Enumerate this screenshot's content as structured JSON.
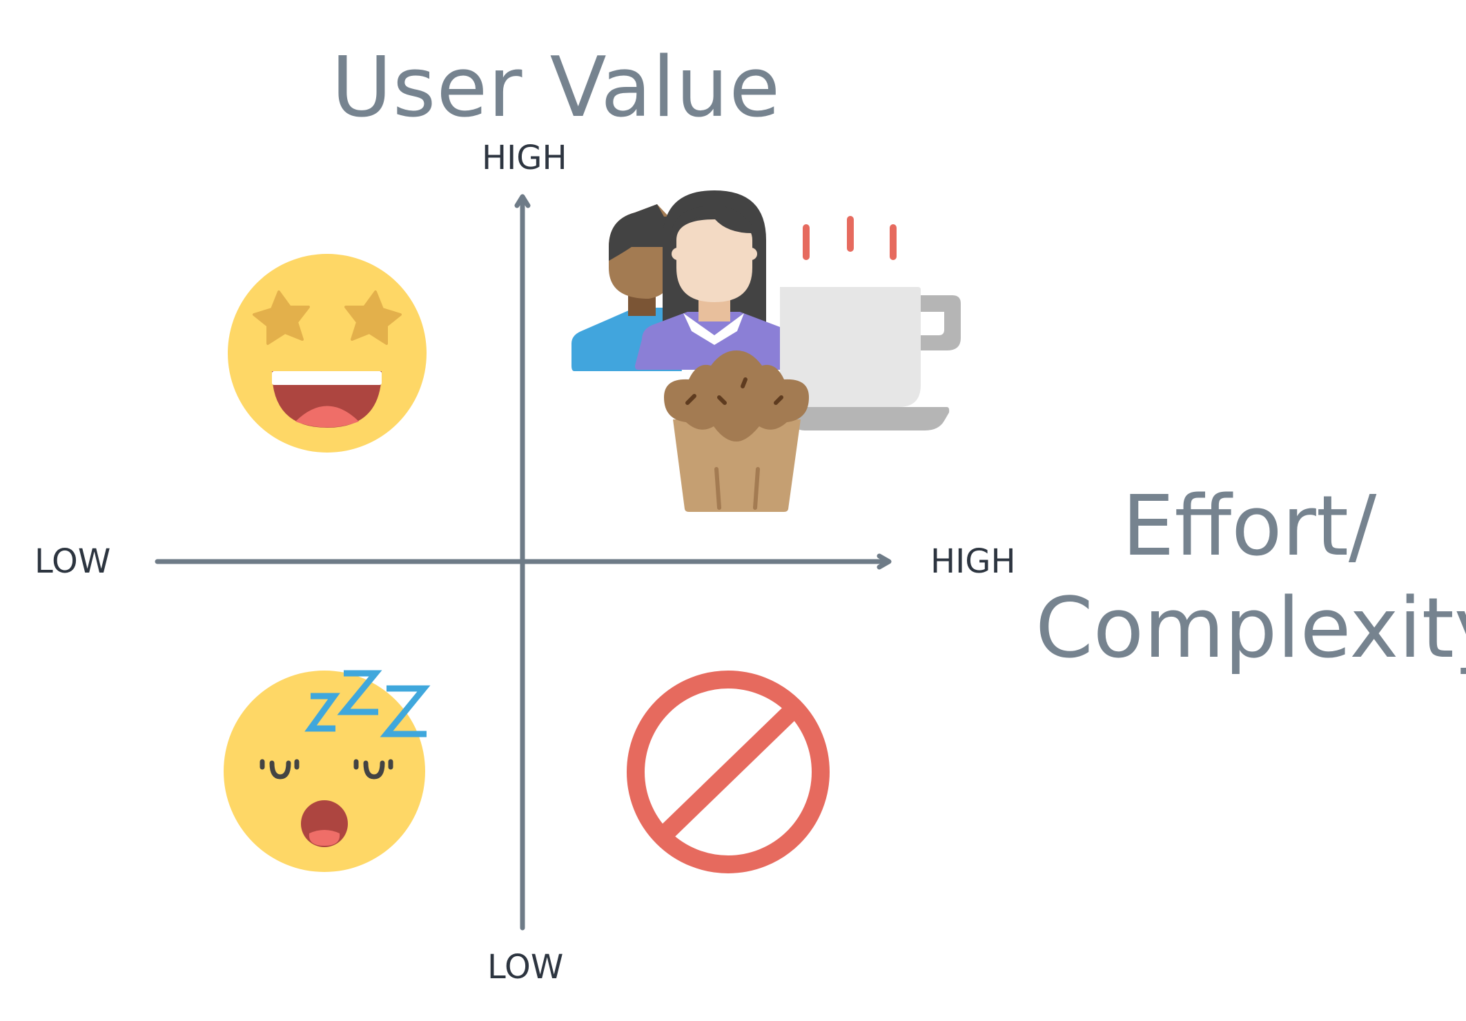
{
  "diagram": {
    "y_axis": {
      "title": "User Value",
      "high_label": "HIGH",
      "low_label": "LOW"
    },
    "x_axis": {
      "title_line1": "Effort/",
      "title_line2": "Complexity",
      "high_label": "HIGH",
      "low_label": "LOW"
    },
    "quadrants": {
      "top_left": "star-struck-face-icon",
      "top_right": "people-coffee-muffin-icon",
      "bottom_left": "sleepy-face-icon",
      "bottom_right": "prohibited-icon"
    }
  },
  "colors": {
    "axis": "#6e7b87",
    "title": "#76838f",
    "tick_text": "#2d3540",
    "emoji_yellow": "#fed766",
    "star_gold": "#e3b04b",
    "prohibit_red": "#e66a5e",
    "zzz_blue": "#3fa7dc"
  }
}
